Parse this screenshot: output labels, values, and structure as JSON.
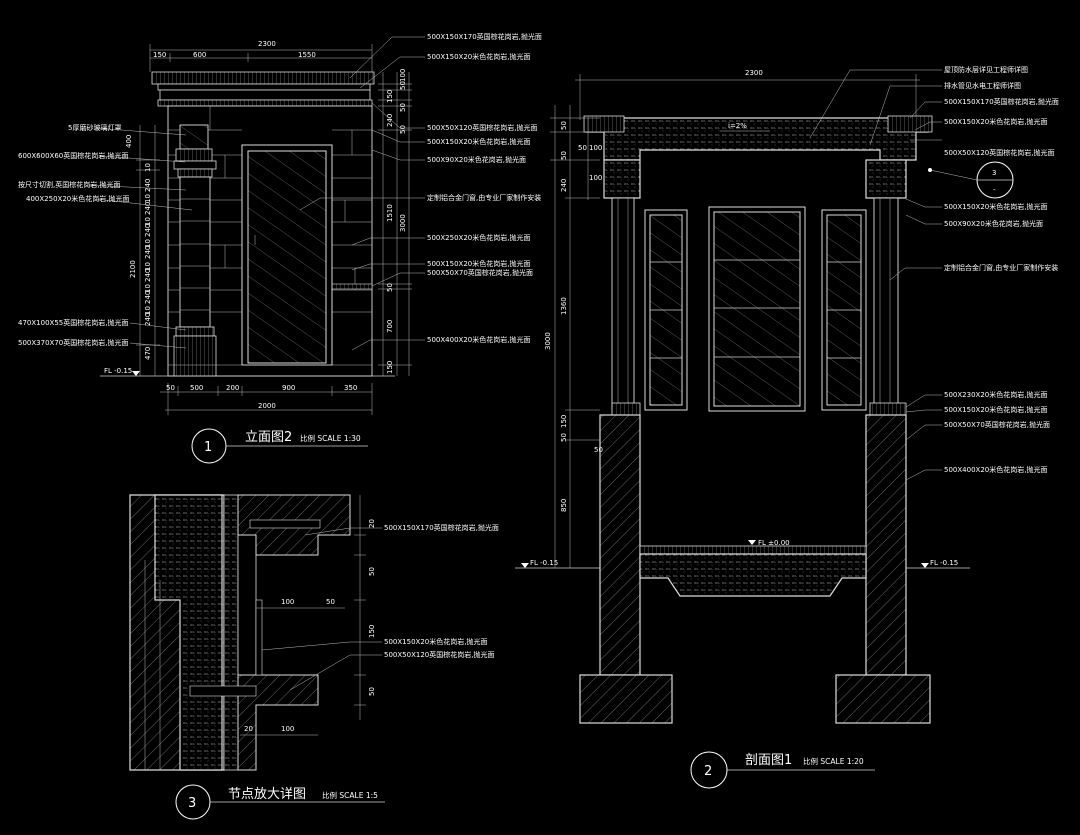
{
  "elevation": {
    "number": "1",
    "title": "立面图2",
    "scale": "比例 SCALE 1:30",
    "top_dims": [
      "2300",
      "150",
      "600",
      "1550"
    ],
    "bottom_dims": [
      "50",
      "500",
      "200",
      "900",
      "350",
      "2000"
    ],
    "left_dims": [
      "400",
      "240",
      "10",
      "240",
      "10",
      "240",
      "10",
      "240",
      "10",
      "240",
      "10",
      "240",
      "10",
      "240",
      "10",
      "470",
      "2100"
    ],
    "right_dims": [
      "100",
      "50",
      "150",
      "50",
      "240",
      "50",
      "1510",
      "3000",
      "50",
      "700",
      "150"
    ],
    "fl_mark": "FL -0.15",
    "left_labels": [
      "5厚磨砂玻璃灯罩",
      "600X600X60英国棕花岗岩,抛光面",
      "按尺寸切割,英国棕花岗岩,抛光面",
      "400X250X20米色花岗岩,抛光面",
      "470X100X55英国棕花岗岩,抛光面",
      "500X370X70英国棕花岗岩,抛光面"
    ],
    "right_labels": [
      "500X150X170英国棕花岗岩,抛光面",
      "500X150X20米色花岗岩,抛光面",
      "500X50X120英国棕花岗岩,抛光面",
      "500X150X20米色花岗岩,抛光面",
      "500X90X20米色花岗岩,抛光面",
      "定制铝合金门窗,由专业厂家制作安装",
      "500X250X20米色花岗岩,抛光面",
      "500X150X20米色花岗岩,抛光面",
      "500X50X70英国棕花岗岩,抛光面",
      "500X400X20米色花岗岩,抛光面"
    ]
  },
  "section": {
    "number": "2",
    "title": "剖面图1",
    "scale": "比例 SCALE 1:20",
    "top_dim": "2300",
    "slope": "i=2%",
    "left_dims": [
      "50",
      "100",
      "50",
      "50",
      "100",
      "240",
      "1360",
      "3000",
      "150",
      "50",
      "50",
      "850"
    ],
    "fl_left": "FL -0.15",
    "fl_right": "FL -0.15",
    "fl_floor": "FL ±0.00",
    "callout_top": "3",
    "callout_bottom": "-",
    "labels": [
      "屋顶防水层详见工程师详图",
      "排水管见水电工程师详图",
      "500X150X170英国棕花岗岩,抛光面",
      "500X150X20米色花岗岩,抛光面",
      "500X50X120英国棕花岗岩,抛光面",
      "500X150X20米色花岗岩,抛光面",
      "500X90X20米色花岗岩,抛光面",
      "定制铝合金门窗,由专业厂家制作安装",
      "500X230X20米色花岗岩,抛光面",
      "500X150X20米色花岗岩,抛光面",
      "500X50X70英国棕花岗岩,抛光面",
      "500X400X20米色花岗岩,抛光面"
    ]
  },
  "detail": {
    "number": "3",
    "title": "节点放大详图",
    "scale": "比例 SCALE 1:5",
    "right_dims": [
      "20",
      "50",
      "150",
      "50"
    ],
    "h_dims": [
      "100",
      "50",
      "20",
      "100"
    ],
    "labels": [
      "500X150X170英国棕花岗岩,抛光面",
      "500X150X20米色花岗岩,抛光面",
      "500X50X120英国棕花岗岩,抛光面"
    ]
  }
}
